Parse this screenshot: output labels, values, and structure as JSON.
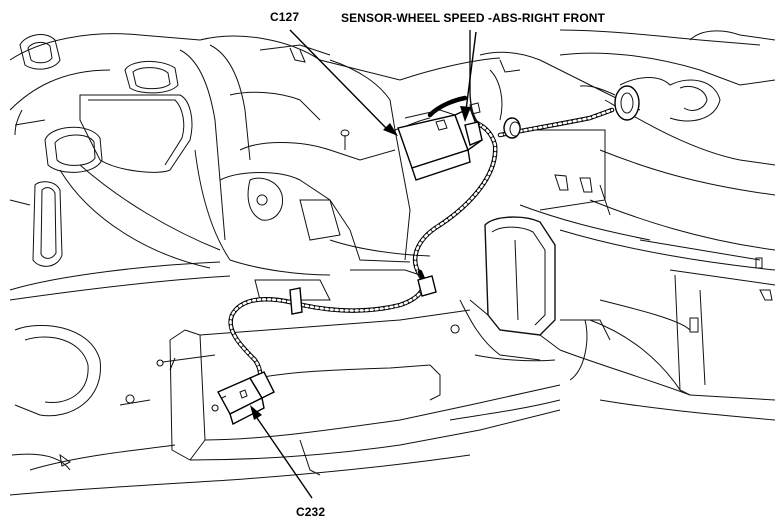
{
  "labels": {
    "c127": "C127",
    "sensor": "SENSOR-WHEEL SPEED -ABS-RIGHT FRONT",
    "c232": "C232"
  }
}
